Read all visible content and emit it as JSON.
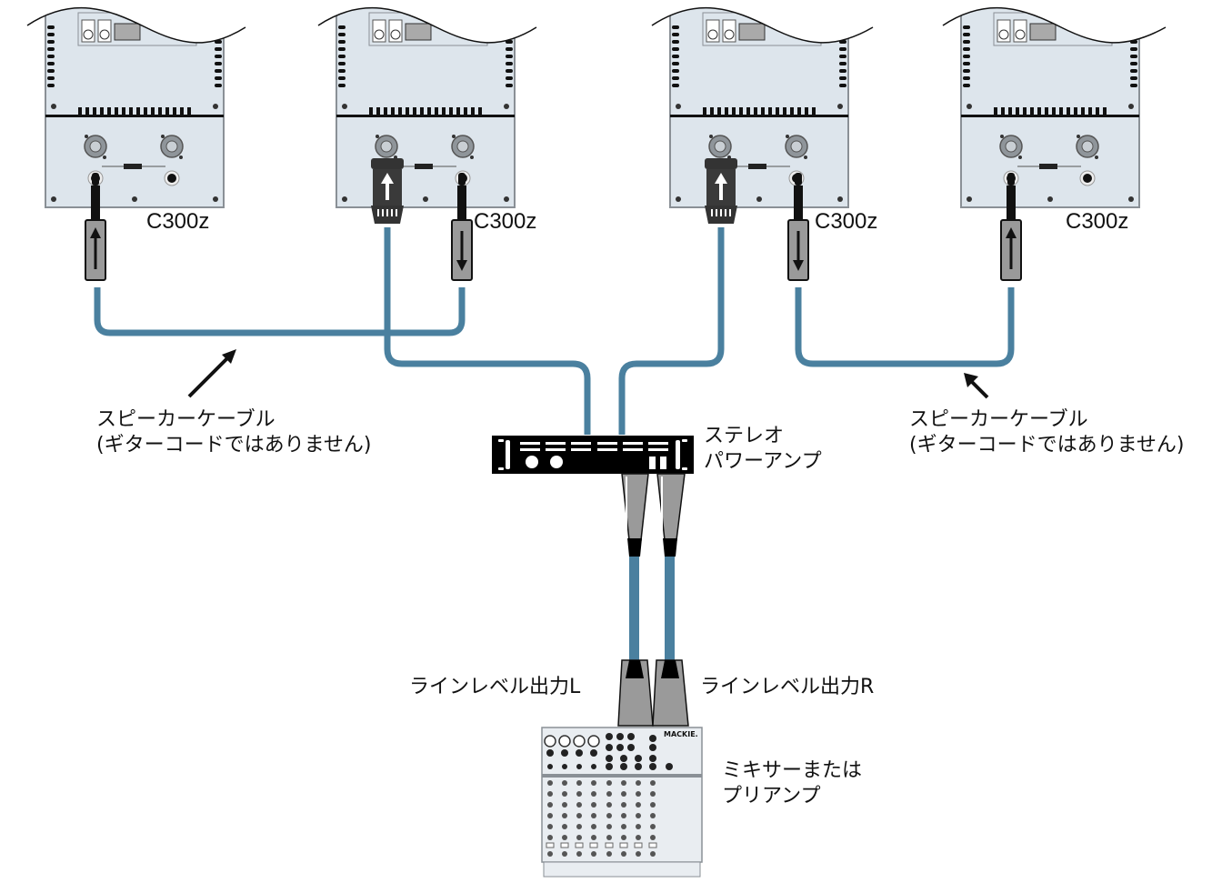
{
  "colors": {
    "cable": "#4a809f",
    "panel": "#dde5ec",
    "panel_stroke": "#8a9096",
    "connector_gray": "#9a9a9a",
    "black": "#000000"
  },
  "speakers": [
    {
      "model": "C300z",
      "input_connector": "1/4-inch",
      "input_arrow": "up",
      "thru_connector": null
    },
    {
      "model": "C300z",
      "input_connector": "speakon",
      "input_arrow": "up",
      "thru_connector": "1/4-inch",
      "thru_arrow": "down"
    },
    {
      "model": "C300z",
      "input_connector": "speakon",
      "input_arrow": "up",
      "thru_connector": "1/4-inch",
      "thru_arrow": "down"
    },
    {
      "model": "C300z",
      "input_connector": "1/4-inch",
      "input_arrow": "up",
      "thru_connector": null
    }
  ],
  "labels": {
    "speaker_cable_left_line1": "スピーカーケーブル",
    "speaker_cable_left_line2": "(ギターコードではありません)",
    "speaker_cable_right_line1": "スピーカーケーブル",
    "speaker_cable_right_line2": "(ギターコードではありません)",
    "amp_line1": "ステレオ",
    "amp_line2": "パワーアンプ",
    "line_out_left": "ラインレベル出力L",
    "line_out_right": "ラインレベル出力R",
    "mixer_line1": "ミキサーまたは",
    "mixer_line2": "プリアンプ"
  },
  "mixer": {
    "brand": "MACKIE."
  }
}
